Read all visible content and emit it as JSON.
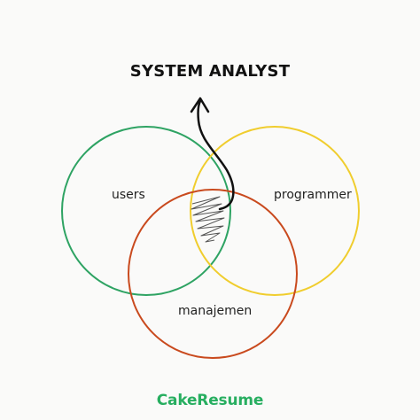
{
  "title": "SYSTEM ANALYST",
  "circles": [
    {
      "label": "users",
      "color": "#2ea363"
    },
    {
      "label": "programmer",
      "color": "#f0cd2e"
    },
    {
      "label": "manajemen",
      "color": "#c94a1e"
    }
  ],
  "brand": {
    "text": "CakeResume",
    "color": "#27ae60"
  },
  "arrow_color": "#111111"
}
